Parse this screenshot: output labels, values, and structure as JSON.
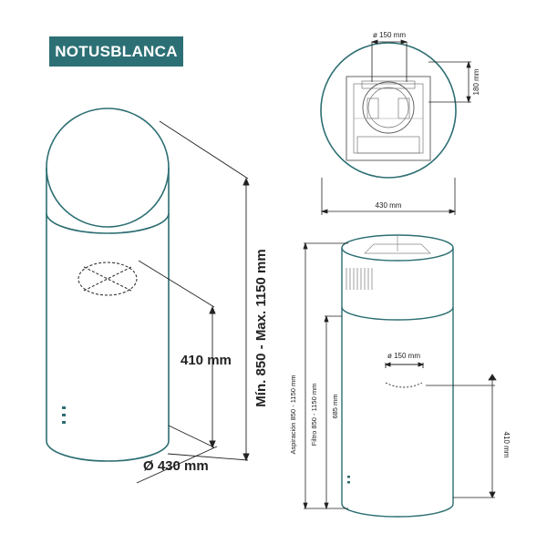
{
  "brand": {
    "name": "NOTUSBLANCA"
  },
  "main_view": {
    "height_range_label": "Mín. 850 - Max. 1150 mm",
    "outlet_height_label": "410 mm",
    "diameter_label": "Ø 430 mm"
  },
  "top_view": {
    "duct_diameter_label": "ø 150 mm",
    "depth_label": "180 mm",
    "width_label": "430 mm"
  },
  "side_view": {
    "aspiration_label": "Aspiración 850 - 1150 mm",
    "filter_label": "Filtro 850 - 1150 mm",
    "lower_height_label": "685 mm",
    "duct_diameter_label": "ø 150 mm",
    "outlet_height_label": "410 mm"
  },
  "colors": {
    "outline": "#2c6e72",
    "badge": "#2c7075",
    "dimension": "#222222"
  }
}
